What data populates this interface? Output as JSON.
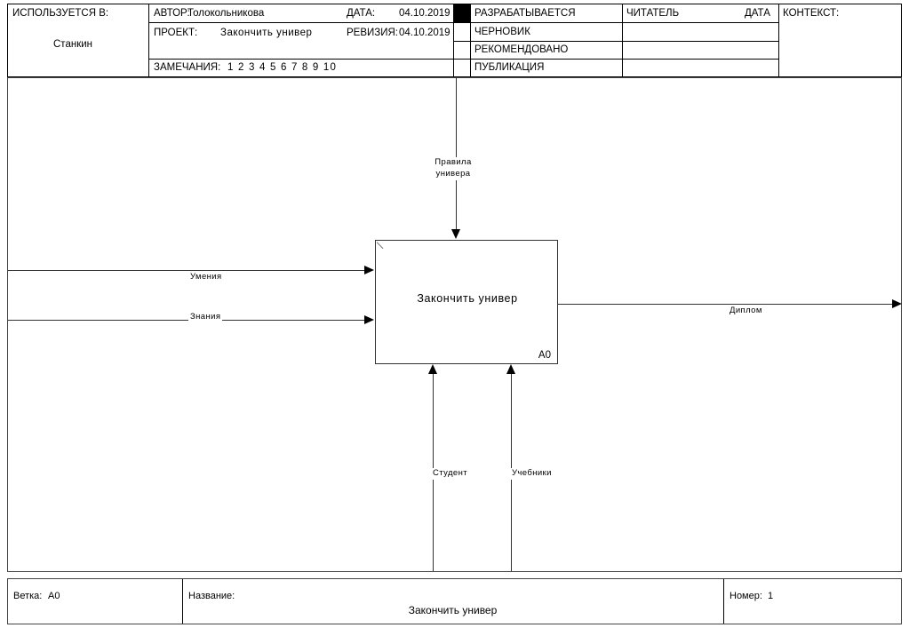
{
  "diagram": {
    "type": "IDEF0",
    "title_block": {
      "used_at_label": "ИСПОЛЬЗУЕТСЯ В:",
      "used_at_value": "Станкин",
      "author_label": "АВТОР:",
      "author_value": "Толокольникова",
      "project_label": "ПРОЕКТ:",
      "project_value": "Закончить универ",
      "date_label": "ДАТА:",
      "date_value": "04.10.2019",
      "rev_label": "РЕВИЗИЯ:",
      "rev_value": "04.10.2019",
      "notes_label": "ЗАМЕЧАНИЯ:",
      "notes_numbers": "1 2 3 4 5 6 7 8 9 10",
      "status_rows": [
        {
          "label": "РАЗРАБАТЫВАЕТСЯ",
          "checked": true
        },
        {
          "label": "ЧЕРНОВИК",
          "checked": false
        },
        {
          "label": "РЕКОМЕНДОВАНО",
          "checked": false
        },
        {
          "label": "ПУБЛИКАЦИЯ",
          "checked": false
        }
      ],
      "reader_label": "ЧИТАТЕЛЬ",
      "reader_date_label": "ДАТА",
      "context_label": "КОНТЕКСТ:"
    },
    "activity": {
      "name": "Закончить универ",
      "number": "A0"
    },
    "arrows": {
      "inputs": [
        {
          "label": "Умения"
        },
        {
          "label": "Знания"
        }
      ],
      "controls": [
        {
          "label_line1": "Правила",
          "label_line2": "универа"
        }
      ],
      "outputs": [
        {
          "label": "Диплом"
        }
      ],
      "mechanisms": [
        {
          "label": "Студент"
        },
        {
          "label": "Учебники"
        }
      ]
    },
    "footer": {
      "node_label": "Ветка:",
      "node_value": "A0",
      "title_label": "Название:",
      "title_value": "Закончить универ",
      "number_label": "Номер:",
      "number_value": "1"
    }
  }
}
